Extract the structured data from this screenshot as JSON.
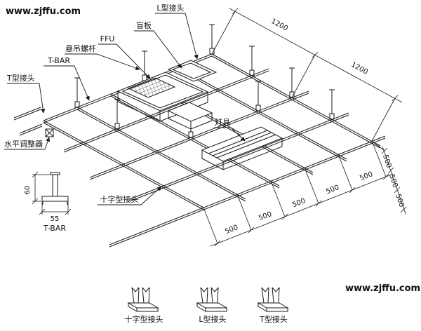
{
  "site": {
    "url": "www.zjffu.com"
  },
  "drawing": {
    "labels": {
      "l_joint": "L型接头",
      "blind_plate": "盲板",
      "ffu": "FFU",
      "hanger_rod": "悬吊螺杆",
      "t_bar": "T-BAR",
      "t_joint": "T型接头",
      "leveler": "水平调整器",
      "lamp": "灯具",
      "cross_joint": "十字型接头"
    },
    "dimensions": {
      "bay_depth": "1200",
      "bay_width": "500",
      "tbar_height": "60",
      "tbar_width": "55"
    }
  },
  "tbar_detail": {
    "label": "T-BAR"
  },
  "joint_details": [
    {
      "label": "十字型接头"
    },
    {
      "label": "L型接头"
    },
    {
      "label": "T型接头"
    }
  ],
  "colors": {
    "line": "#1a1a1a",
    "background": "#ffffff"
  }
}
